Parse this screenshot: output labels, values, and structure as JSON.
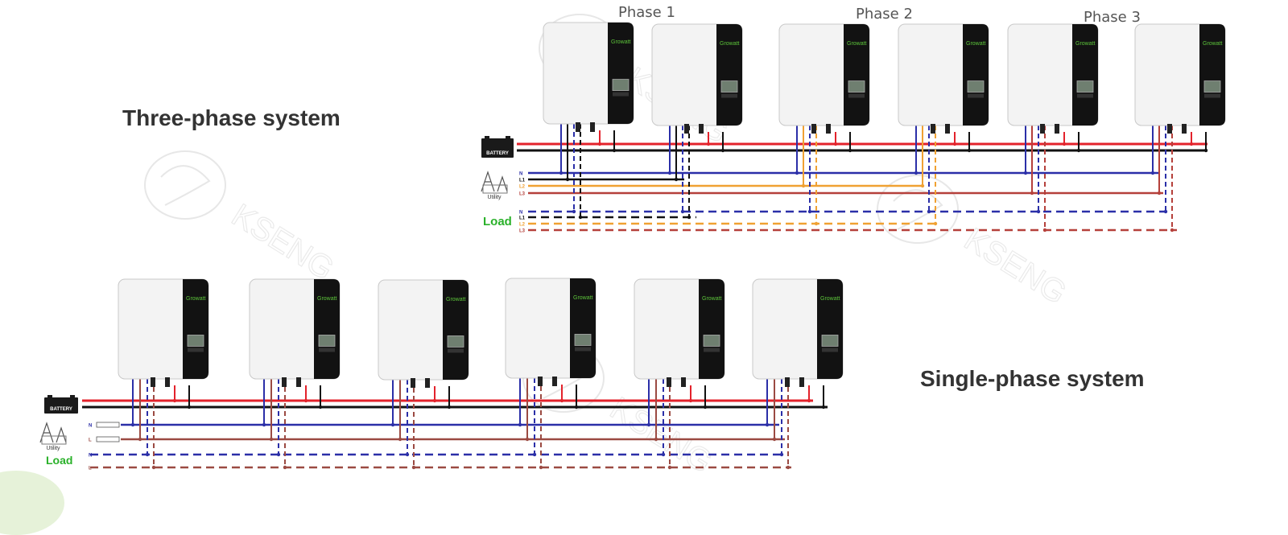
{
  "titles": {
    "three_phase": "Three-phase system",
    "single_phase": "Single-phase system"
  },
  "phases": [
    "Phase 1",
    "Phase 2",
    "Phase 3"
  ],
  "inverter": {
    "brand": "Growatt"
  },
  "battery": {
    "label": "BATTERY"
  },
  "utility": {
    "label": "Utility"
  },
  "load": {
    "label": "Load"
  },
  "three_phase": {
    "utility_lines": [
      "N",
      "L1",
      "L2",
      "L3"
    ],
    "load_lines": [
      "N",
      "L1",
      "L2",
      "L3"
    ]
  },
  "single_phase": {
    "utility_lines": [
      "N",
      "L"
    ],
    "load_lines": [
      "N",
      "L"
    ]
  },
  "watermark": "KSENG",
  "colors": {
    "positive": "#e3222b",
    "negative": "#111111",
    "neutral": "#2b2fa8",
    "l1": "#111111",
    "l2": "#f0a132",
    "l3": "#b5403b",
    "single_l": "#9b4a42",
    "load_green": "#2ab12a",
    "inverter_face": "#f3f3f3",
    "inverter_panel": "#121212",
    "brand_green": "#5cc43a"
  }
}
